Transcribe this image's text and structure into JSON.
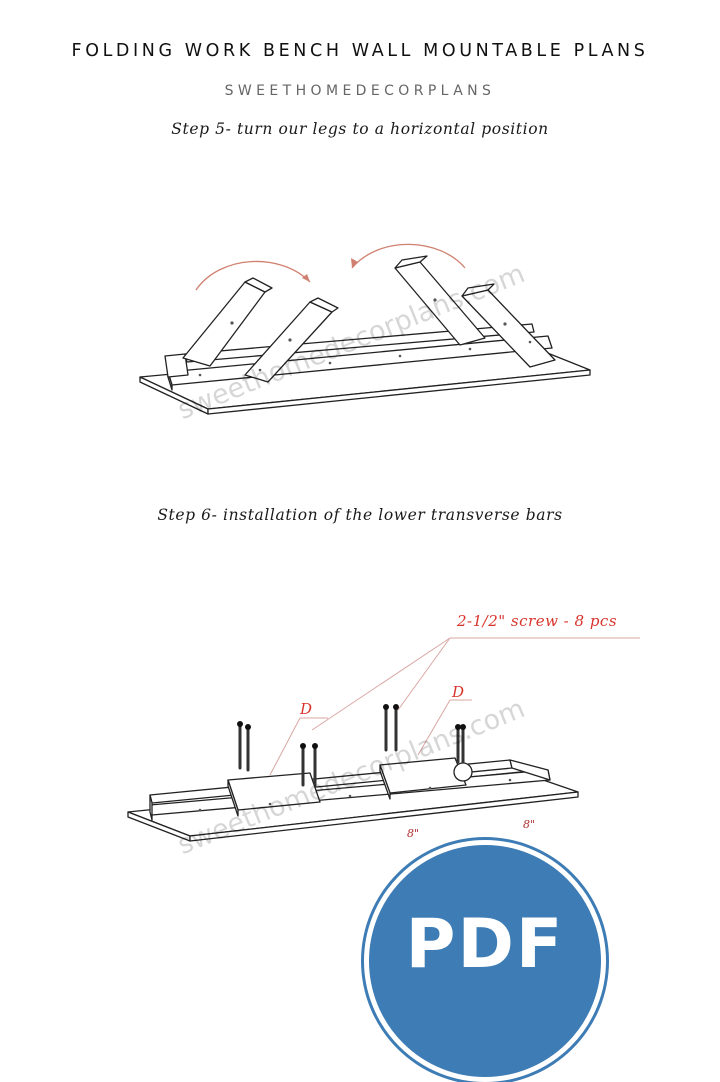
{
  "header": {
    "title": "FOLDING WORK BENCH  WALL MOUNTABLE PLANS",
    "brand": "SWEETHOMEDECORPLANS"
  },
  "steps": [
    {
      "caption": "Step 5- turn our legs to a horizontal position"
    },
    {
      "caption": "Step 6- installation of the lower transverse bars"
    }
  ],
  "annotations": {
    "screws": "2-1/2\" screw - 8 pcs",
    "part_d_left": "D",
    "part_d_right": "D",
    "dim_left": "8\"",
    "dim_right": "8\""
  },
  "watermark": "sweethomedecorplans.com",
  "badge": {
    "text": "PDF"
  },
  "colors": {
    "annotation": "#d8342c",
    "badge": "#3d7cb5",
    "watermark": "#000000"
  }
}
